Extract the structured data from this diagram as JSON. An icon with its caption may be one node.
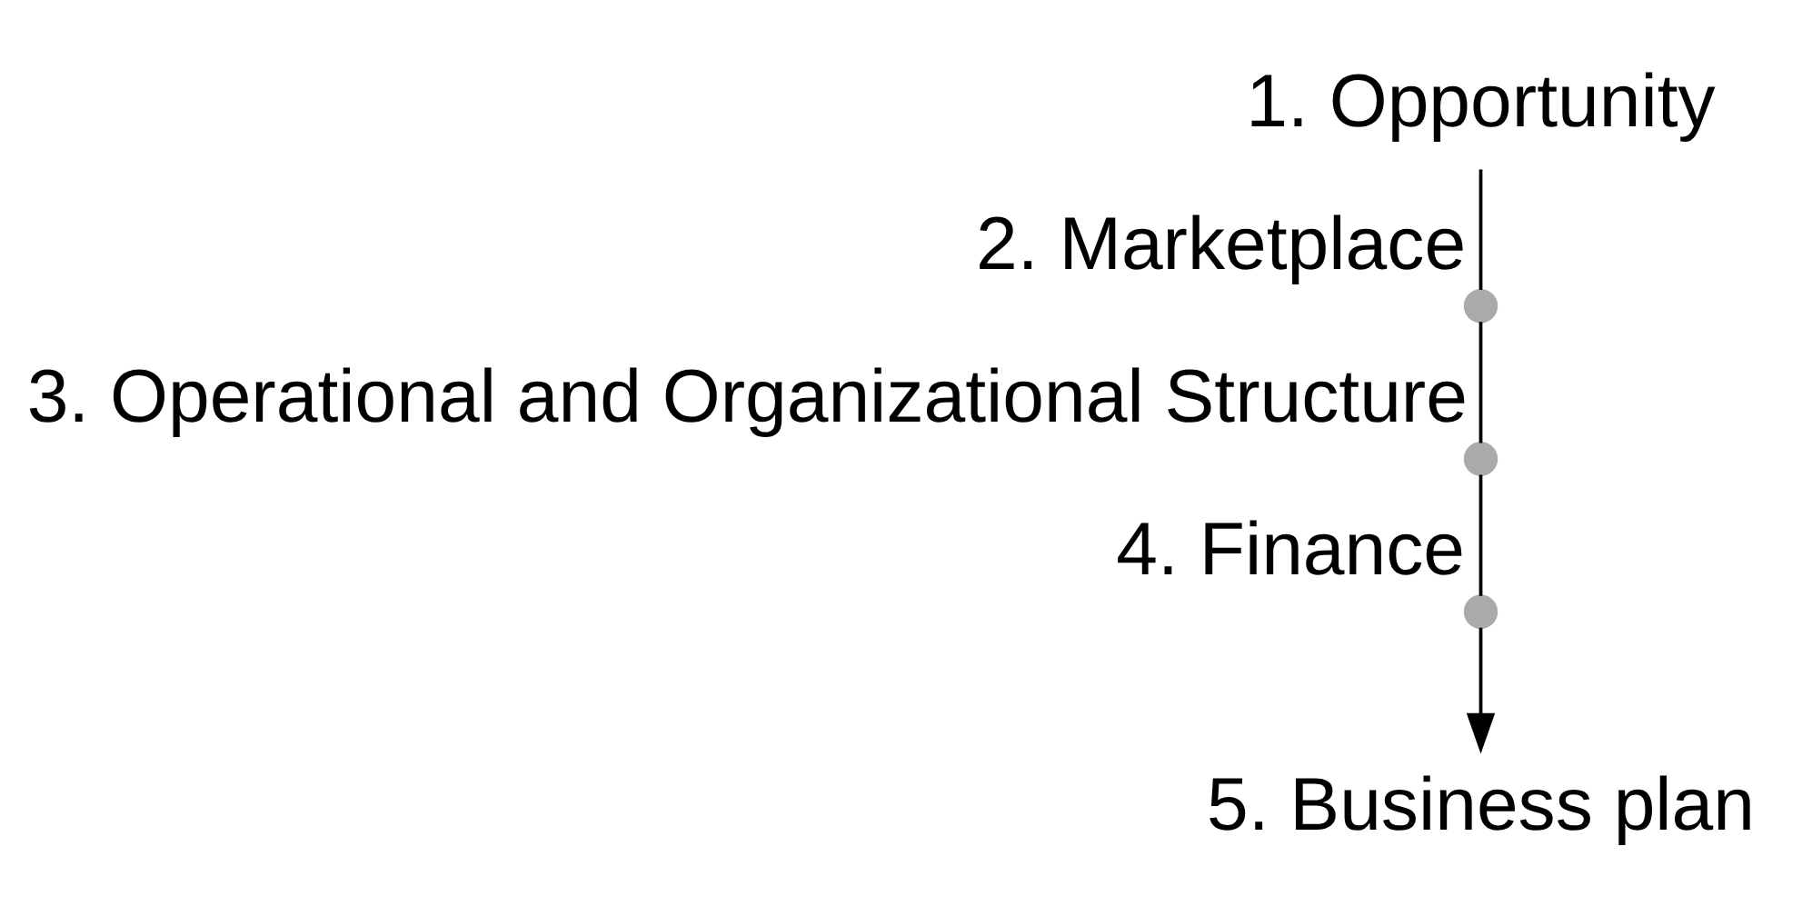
{
  "diagram": {
    "nodes": [
      {
        "text": [
          "1. Opportunity"
        ]
      },
      {
        "text": [],
        "shape": "circle",
        "beside": [
          "2. Marketplace"
        ]
      },
      {
        "text": [],
        "shape": "circle",
        "beside": [
          "3. Operational and Organizational Structure"
        ]
      },
      {
        "text": [],
        "shape": "circle",
        "beside": [
          "4. Finance"
        ]
      },
      {
        "text": [
          "5. Business plan"
        ]
      }
    ],
    "edges": [
      {
        "from": 0,
        "to": 1,
        "arrow": "none"
      },
      {
        "from": 1,
        "to": 2,
        "arrow": "none"
      },
      {
        "from": 2,
        "to": 3,
        "arrow": "none"
      },
      {
        "from": 3,
        "to": 4,
        "arrow": "to"
      }
    ]
  }
}
